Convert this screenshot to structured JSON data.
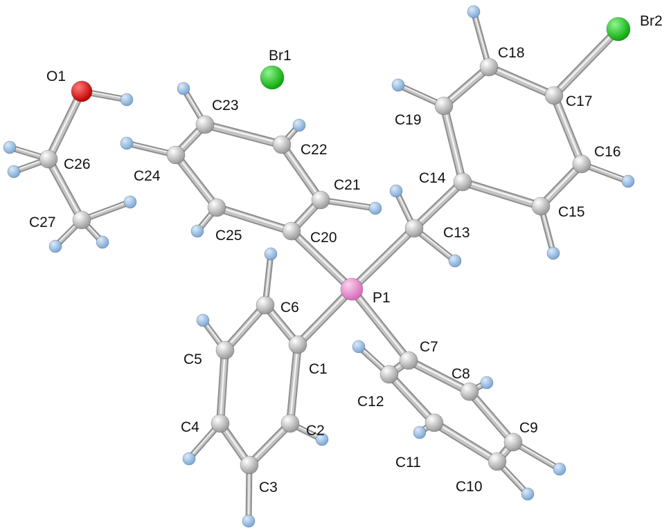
{
  "colors": {
    "carbon": "#c8c8c8",
    "hydrogen": "#9ec3ea",
    "bromine": "#1ec81e",
    "oxygen": "#dc0a0a",
    "phosphorus": "#ec8fd0",
    "bond": "#c4c4c4"
  },
  "atoms": [
    {
      "id": "Br1",
      "element": "Br",
      "label": "Br1"
    },
    {
      "id": "Br2",
      "element": "Br",
      "label": "Br2"
    },
    {
      "id": "O1",
      "element": "O",
      "label": "O1"
    },
    {
      "id": "P1",
      "element": "P",
      "label": "P1"
    },
    {
      "id": "C1",
      "element": "C",
      "label": "C1"
    },
    {
      "id": "C2",
      "element": "C",
      "label": "C2"
    },
    {
      "id": "C3",
      "element": "C",
      "label": "C3"
    },
    {
      "id": "C4",
      "element": "C",
      "label": "C4"
    },
    {
      "id": "C5",
      "element": "C",
      "label": "C5"
    },
    {
      "id": "C6",
      "element": "C",
      "label": "C6"
    },
    {
      "id": "C7",
      "element": "C",
      "label": "C7"
    },
    {
      "id": "C8",
      "element": "C",
      "label": "C8"
    },
    {
      "id": "C9",
      "element": "C",
      "label": "C9"
    },
    {
      "id": "C10",
      "element": "C",
      "label": "C10"
    },
    {
      "id": "C11",
      "element": "C",
      "label": "C11"
    },
    {
      "id": "C12",
      "element": "C",
      "label": "C12"
    },
    {
      "id": "C13",
      "element": "C",
      "label": "C13"
    },
    {
      "id": "C14",
      "element": "C",
      "label": "C14"
    },
    {
      "id": "C15",
      "element": "C",
      "label": "C15"
    },
    {
      "id": "C16",
      "element": "C",
      "label": "C16"
    },
    {
      "id": "C17",
      "element": "C",
      "label": "C17"
    },
    {
      "id": "C18",
      "element": "C",
      "label": "C18"
    },
    {
      "id": "C19",
      "element": "C",
      "label": "C19"
    },
    {
      "id": "C20",
      "element": "C",
      "label": "C20"
    },
    {
      "id": "C21",
      "element": "C",
      "label": "C21"
    },
    {
      "id": "C22",
      "element": "C",
      "label": "C22"
    },
    {
      "id": "C23",
      "element": "C",
      "label": "C23"
    },
    {
      "id": "C24",
      "element": "C",
      "label": "C24"
    },
    {
      "id": "C25",
      "element": "C",
      "label": "C25"
    },
    {
      "id": "C26",
      "element": "C",
      "label": "C26"
    },
    {
      "id": "C27",
      "element": "C",
      "label": "C27"
    },
    {
      "id": "H1",
      "element": "H"
    },
    {
      "id": "H2",
      "element": "H"
    },
    {
      "id": "H3",
      "element": "H"
    },
    {
      "id": "H4",
      "element": "H"
    },
    {
      "id": "H5",
      "element": "H"
    },
    {
      "id": "H6",
      "element": "H"
    },
    {
      "id": "H7",
      "element": "H"
    },
    {
      "id": "H8",
      "element": "H"
    },
    {
      "id": "H9",
      "element": "H"
    },
    {
      "id": "H10",
      "element": "H"
    },
    {
      "id": "H11",
      "element": "H"
    },
    {
      "id": "H12",
      "element": "H"
    },
    {
      "id": "H13",
      "element": "H"
    },
    {
      "id": "H14",
      "element": "H"
    },
    {
      "id": "H15",
      "element": "H"
    },
    {
      "id": "H16",
      "element": "H"
    },
    {
      "id": "H17",
      "element": "H"
    },
    {
      "id": "H18",
      "element": "H"
    },
    {
      "id": "H19",
      "element": "H"
    },
    {
      "id": "H20",
      "element": "H"
    },
    {
      "id": "H21",
      "element": "H"
    },
    {
      "id": "H22",
      "element": "H"
    },
    {
      "id": "H23",
      "element": "H"
    },
    {
      "id": "H24",
      "element": "H"
    },
    {
      "id": "H25",
      "element": "H"
    },
    {
      "id": "H26",
      "element": "H"
    },
    {
      "id": "H27",
      "element": "H"
    }
  ],
  "bonds": [
    [
      "O1",
      "C26"
    ],
    [
      "O1",
      "H1"
    ],
    [
      "C26",
      "C27"
    ],
    [
      "C26",
      "H2"
    ],
    [
      "C26",
      "H3"
    ],
    [
      "C27",
      "H4"
    ],
    [
      "C27",
      "H5"
    ],
    [
      "C27",
      "H6"
    ],
    [
      "P1",
      "C20"
    ],
    [
      "P1",
      "C13"
    ],
    [
      "P1",
      "C1"
    ],
    [
      "P1",
      "C7"
    ],
    [
      "C20",
      "C21"
    ],
    [
      "C21",
      "C22"
    ],
    [
      "C22",
      "C23"
    ],
    [
      "C23",
      "C24"
    ],
    [
      "C24",
      "C25"
    ],
    [
      "C25",
      "C20"
    ],
    [
      "C21",
      "H7"
    ],
    [
      "C22",
      "H8"
    ],
    [
      "C23",
      "H9"
    ],
    [
      "C24",
      "H10"
    ],
    [
      "C25",
      "H11"
    ],
    [
      "C13",
      "C14"
    ],
    [
      "C13",
      "H12"
    ],
    [
      "C13",
      "H13"
    ],
    [
      "C14",
      "C15"
    ],
    [
      "C15",
      "C16"
    ],
    [
      "C16",
      "C17"
    ],
    [
      "C17",
      "C18"
    ],
    [
      "C18",
      "C19"
    ],
    [
      "C19",
      "C14"
    ],
    [
      "C17",
      "Br2"
    ],
    [
      "C15",
      "H14"
    ],
    [
      "C16",
      "H15"
    ],
    [
      "C18",
      "H16"
    ],
    [
      "C19",
      "H17"
    ],
    [
      "C1",
      "C2"
    ],
    [
      "C2",
      "C3"
    ],
    [
      "C3",
      "C4"
    ],
    [
      "C4",
      "C5"
    ],
    [
      "C5",
      "C6"
    ],
    [
      "C6",
      "C1"
    ],
    [
      "C2",
      "H18"
    ],
    [
      "C3",
      "H19"
    ],
    [
      "C4",
      "H20"
    ],
    [
      "C5",
      "H21"
    ],
    [
      "C6",
      "H22"
    ],
    [
      "C7",
      "C8"
    ],
    [
      "C8",
      "C9"
    ],
    [
      "C9",
      "C10"
    ],
    [
      "C10",
      "C11"
    ],
    [
      "C11",
      "C12"
    ],
    [
      "C12",
      "C7"
    ],
    [
      "C8",
      "H23"
    ],
    [
      "C9",
      "H24"
    ],
    [
      "C10",
      "H25"
    ],
    [
      "C11",
      "H26"
    ],
    [
      "C12",
      "H27"
    ]
  ]
}
